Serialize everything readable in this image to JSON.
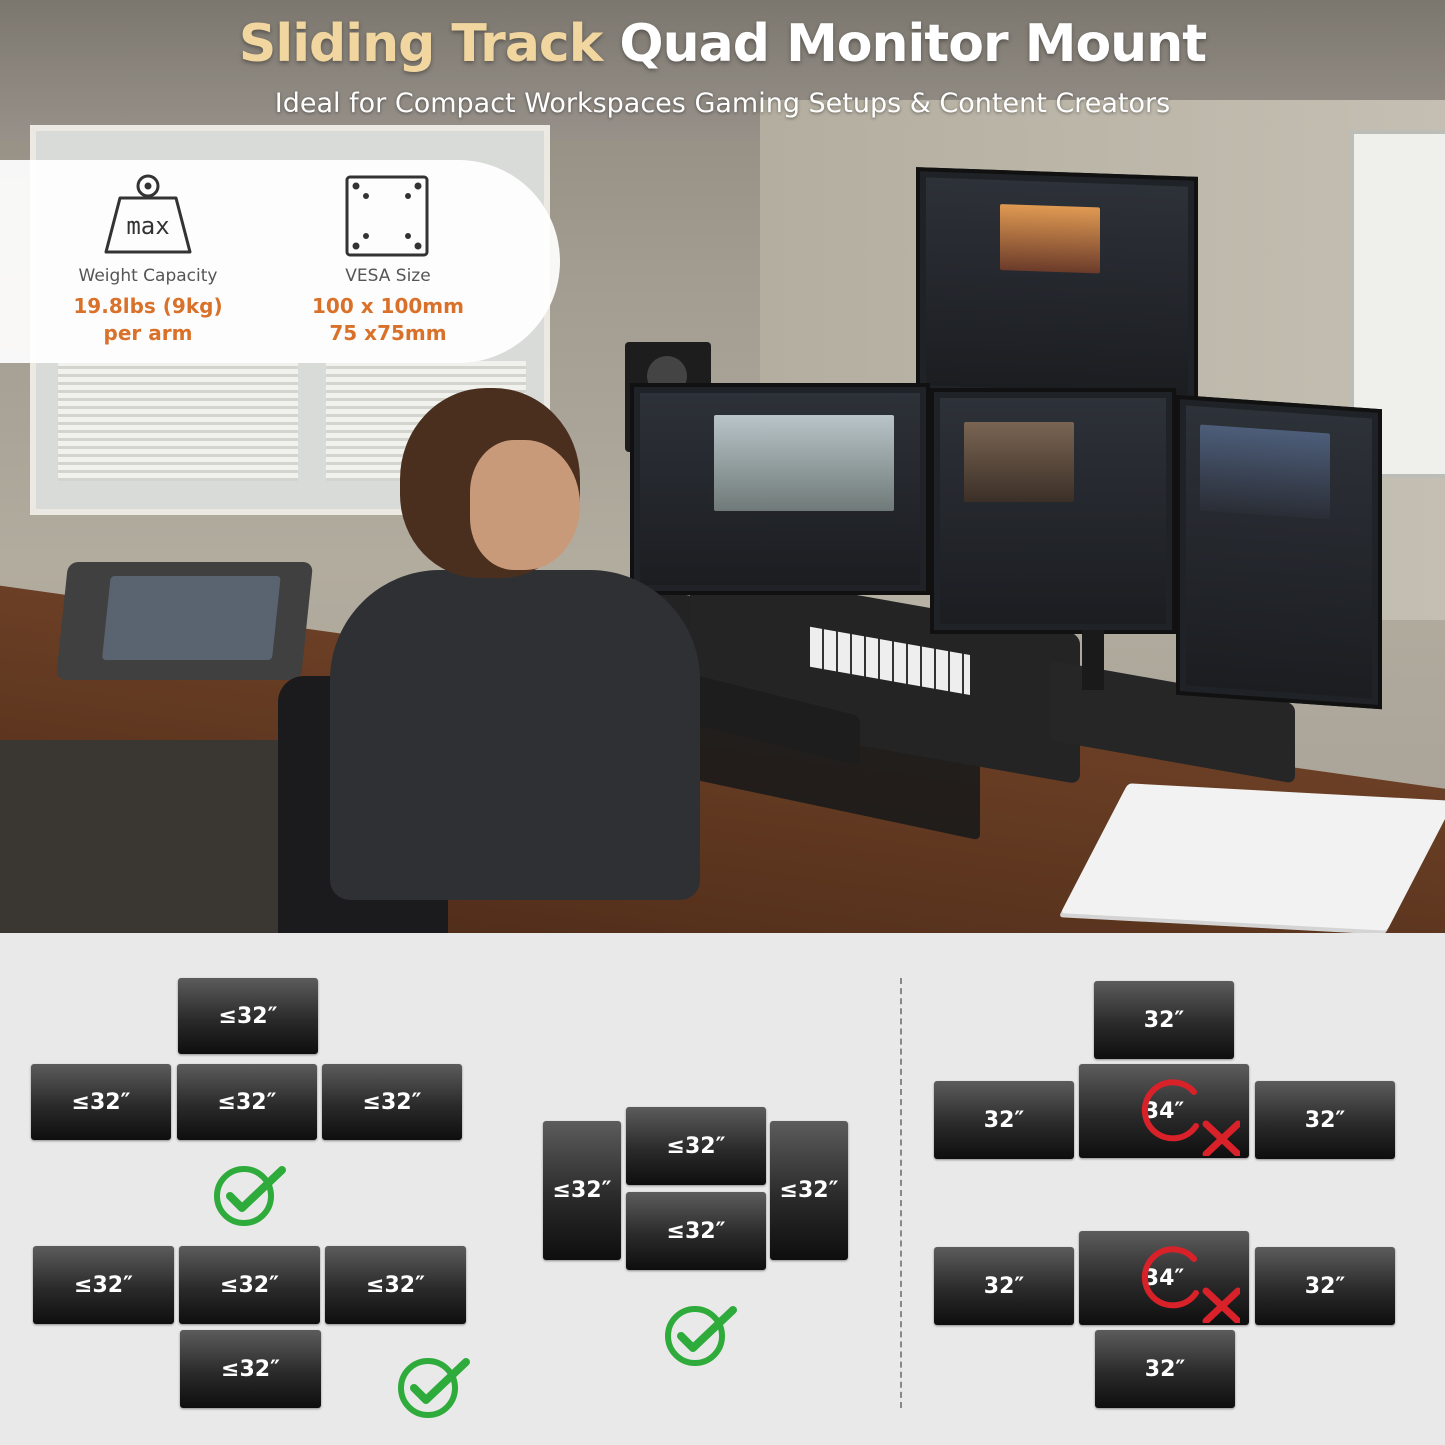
{
  "header": {
    "title_highlight": "Sliding Track",
    "title_rest": "Quad Monitor Mount",
    "subtitle": "Ideal for Compact Workspaces Gaming Setups & Content Creators"
  },
  "specs": {
    "weight": {
      "icon": "weight-max-icon",
      "icon_text": "max",
      "label": "Weight Capacity",
      "value_line1": "19.8lbs (9kg)",
      "value_line2": "per arm"
    },
    "vesa": {
      "icon": "vesa-pattern-icon",
      "label": "VESA Size",
      "value_line1": "100 x 100mm",
      "value_line2": "75 x75mm"
    }
  },
  "configs": {
    "max_label": "≤32″",
    "size_32": "32″",
    "size_34": "34″"
  },
  "colors": {
    "accent_orange": "#d9712a",
    "title_gold": "#f2d6a0",
    "check_green": "#2eab3a",
    "reject_red": "#d9212a"
  }
}
